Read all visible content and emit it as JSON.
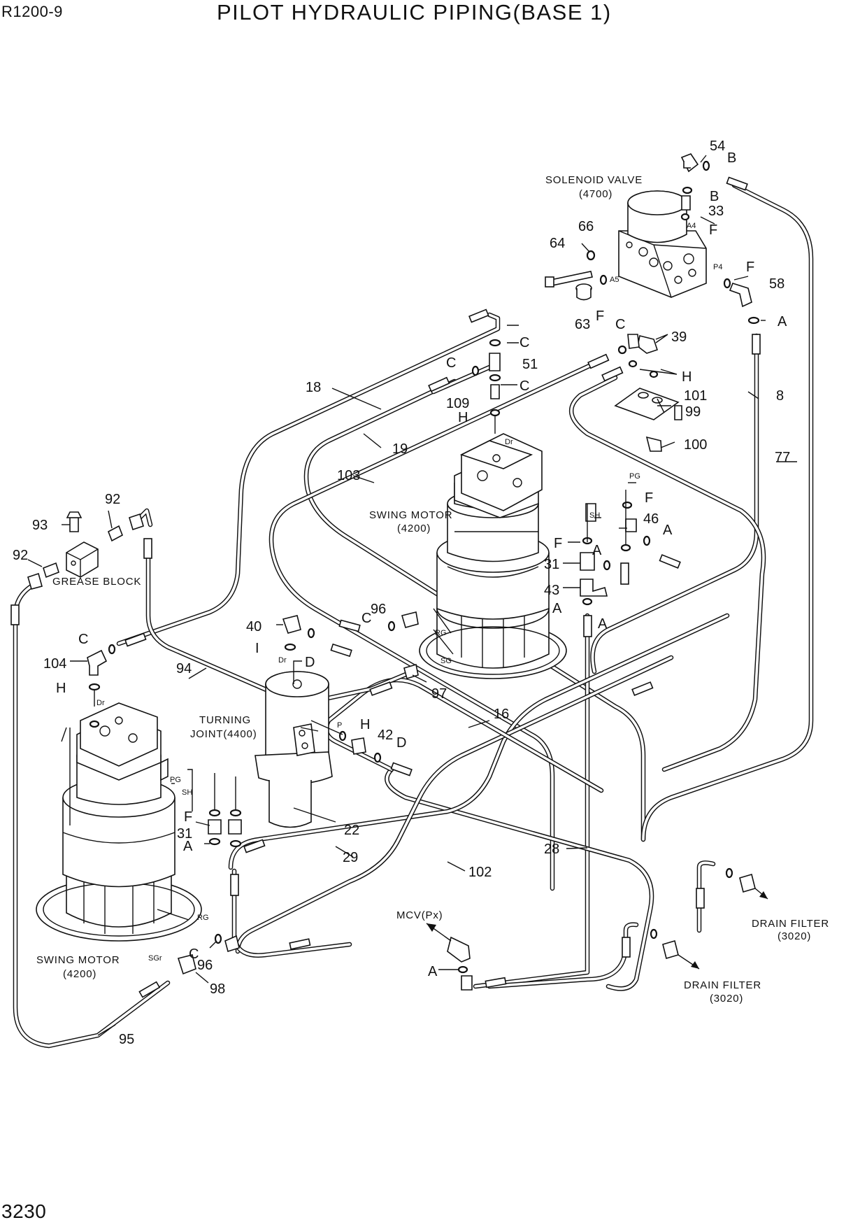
{
  "header": {
    "model": "R1200-9",
    "title": "PILOT HYDRAULIC PIPING(BASE 1)"
  },
  "footer": {
    "page_number": "3230"
  },
  "components": {
    "solenoid_valve": {
      "name": "SOLENOID VALVE",
      "code": "(4700)"
    },
    "swing_motor_upper": {
      "name": "SWING MOTOR",
      "code": "(4200)"
    },
    "swing_motor_lower": {
      "name": "SWING MOTOR",
      "code": "(4200)"
    },
    "turning_joint": {
      "line1": "TURNING",
      "line2": "JOINT(4400)"
    },
    "grease_block": {
      "name": "GREASE BLOCK"
    },
    "mcv": {
      "name": "MCV(Px)"
    },
    "drain_filter_upper": {
      "name": "DRAIN FILTER",
      "code": "(3020)"
    },
    "drain_filter_lower": {
      "name": "DRAIN FILTER",
      "code": "(3020)"
    }
  },
  "port_labels": {
    "a4": "A4",
    "a5": "A5",
    "p4": "P4",
    "dr_upper": "Dr",
    "dr_lower": "Dr",
    "dr_joint": "Dr",
    "pg_upper": "PG",
    "sh_upper": "SH",
    "rg_upper": "RG",
    "sg_upper": "SG",
    "pg_lower": "PG",
    "sh_lower": "SH",
    "rg_lower": "RG",
    "sgr_lower": "SGr",
    "p_joint": "P"
  },
  "callouts": [
    {
      "id": "c54",
      "text": "54"
    },
    {
      "id": "cB1",
      "text": "B"
    },
    {
      "id": "cB2",
      "text": "B"
    },
    {
      "id": "c33",
      "text": "33"
    },
    {
      "id": "cF1",
      "text": "F"
    },
    {
      "id": "c66",
      "text": "66"
    },
    {
      "id": "c64",
      "text": "64"
    },
    {
      "id": "cF2",
      "text": "F"
    },
    {
      "id": "c58",
      "text": "58"
    },
    {
      "id": "c63",
      "text": "63"
    },
    {
      "id": "cF3",
      "text": "F"
    },
    {
      "id": "cA1",
      "text": "A"
    },
    {
      "id": "cC1",
      "text": "C"
    },
    {
      "id": "c39",
      "text": "39"
    },
    {
      "id": "cC2",
      "text": "C"
    },
    {
      "id": "cC3",
      "text": "C"
    },
    {
      "id": "c51",
      "text": "51"
    },
    {
      "id": "cC4",
      "text": "C"
    },
    {
      "id": "cH1",
      "text": "H"
    },
    {
      "id": "c101",
      "text": "101"
    },
    {
      "id": "c8",
      "text": "8"
    },
    {
      "id": "c18",
      "text": "18"
    },
    {
      "id": "c109",
      "text": "109"
    },
    {
      "id": "cH2",
      "text": "H"
    },
    {
      "id": "c99",
      "text": "99"
    },
    {
      "id": "c19",
      "text": "19"
    },
    {
      "id": "c100",
      "text": "100"
    },
    {
      "id": "c77",
      "text": "77"
    },
    {
      "id": "c103",
      "text": "103"
    },
    {
      "id": "cF4",
      "text": "F"
    },
    {
      "id": "c92a",
      "text": "92"
    },
    {
      "id": "c93",
      "text": "93"
    },
    {
      "id": "c46",
      "text": "46"
    },
    {
      "id": "cA2",
      "text": "A"
    },
    {
      "id": "cF5",
      "text": "F"
    },
    {
      "id": "c92b",
      "text": "92"
    },
    {
      "id": "cA3",
      "text": "A"
    },
    {
      "id": "c31a",
      "text": "31"
    },
    {
      "id": "c43",
      "text": "43"
    },
    {
      "id": "cA4",
      "text": "A"
    },
    {
      "id": "cC5",
      "text": "C"
    },
    {
      "id": "c96a",
      "text": "96"
    },
    {
      "id": "cA5",
      "text": "A"
    },
    {
      "id": "c40",
      "text": "40"
    },
    {
      "id": "cC6",
      "text": "C"
    },
    {
      "id": "cI",
      "text": "I"
    },
    {
      "id": "cD1",
      "text": "D"
    },
    {
      "id": "c104",
      "text": "104"
    },
    {
      "id": "c94",
      "text": "94"
    },
    {
      "id": "c97",
      "text": "97"
    },
    {
      "id": "cH3",
      "text": "H"
    },
    {
      "id": "c16",
      "text": "16"
    },
    {
      "id": "cH4",
      "text": "H"
    },
    {
      "id": "c42",
      "text": "42"
    },
    {
      "id": "cD2",
      "text": "D"
    },
    {
      "id": "cF6",
      "text": "F"
    },
    {
      "id": "c22",
      "text": "22"
    },
    {
      "id": "c31b",
      "text": "31"
    },
    {
      "id": "cA6",
      "text": "A"
    },
    {
      "id": "c28",
      "text": "28"
    },
    {
      "id": "c29",
      "text": "29"
    },
    {
      "id": "c102",
      "text": "102"
    },
    {
      "id": "cC7",
      "text": "C"
    },
    {
      "id": "c96b",
      "text": "96"
    },
    {
      "id": "c98",
      "text": "98"
    },
    {
      "id": "cA7",
      "text": "A"
    },
    {
      "id": "c95",
      "text": "95"
    }
  ]
}
